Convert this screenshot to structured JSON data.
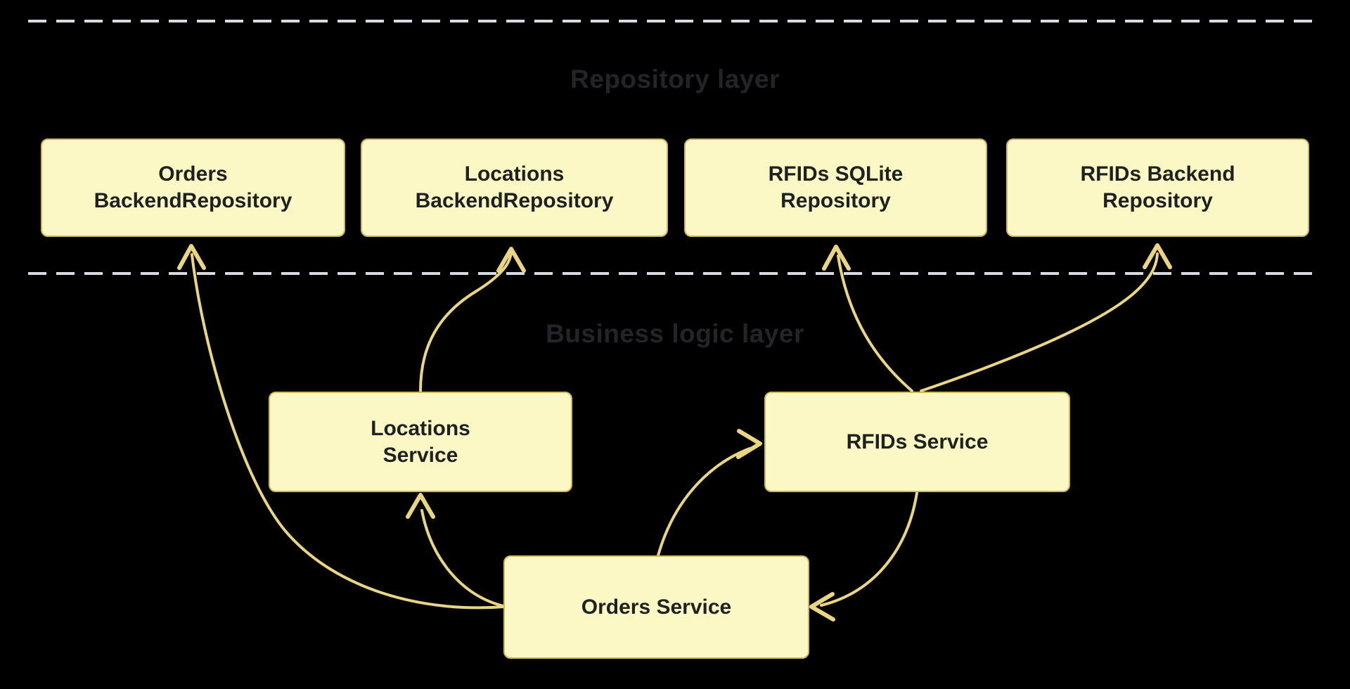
{
  "diagram": {
    "layers": [
      {
        "id": "repository-layer",
        "title": "Repository layer"
      },
      {
        "id": "business-logic-layer",
        "title": "Business logic layer"
      }
    ],
    "nodes": [
      {
        "id": "orders-backend-repository",
        "label": "Orders\nBackendRepository",
        "layer": "repository-layer"
      },
      {
        "id": "locations-backend-repository",
        "label": "Locations\nBackendRepository",
        "layer": "repository-layer"
      },
      {
        "id": "rfids-sqlite-repository",
        "label": "RFIDs SQLite\nRepository",
        "layer": "repository-layer"
      },
      {
        "id": "rfids-backend-repository",
        "label": "RFIDs Backend\nRepository",
        "layer": "repository-layer"
      },
      {
        "id": "locations-service",
        "label": "Locations\nService",
        "layer": "business-logic-layer"
      },
      {
        "id": "rfids-service",
        "label": "RFIDs Service",
        "layer": "business-logic-layer"
      },
      {
        "id": "orders-service",
        "label": "Orders Service",
        "layer": "business-logic-layer"
      }
    ],
    "edges": [
      {
        "from": "orders-service",
        "to": "orders-backend-repository"
      },
      {
        "from": "orders-service",
        "to": "locations-service"
      },
      {
        "from": "locations-service",
        "to": "locations-backend-repository"
      },
      {
        "from": "orders-service",
        "to": "rfids-service"
      },
      {
        "from": "rfids-service",
        "to": "rfids-sqlite-repository"
      },
      {
        "from": "rfids-service",
        "to": "rfids-backend-repository"
      },
      {
        "from": "rfids-service",
        "to": "orders-service"
      }
    ],
    "colors": {
      "background": "#000000",
      "node_fill": "#FBF8C5",
      "node_border": "#CDB95A",
      "node_text": "#1F2020",
      "edge": "#E9D583",
      "layer_divider": "#D8DAE5",
      "layer_title": "#232428"
    }
  }
}
